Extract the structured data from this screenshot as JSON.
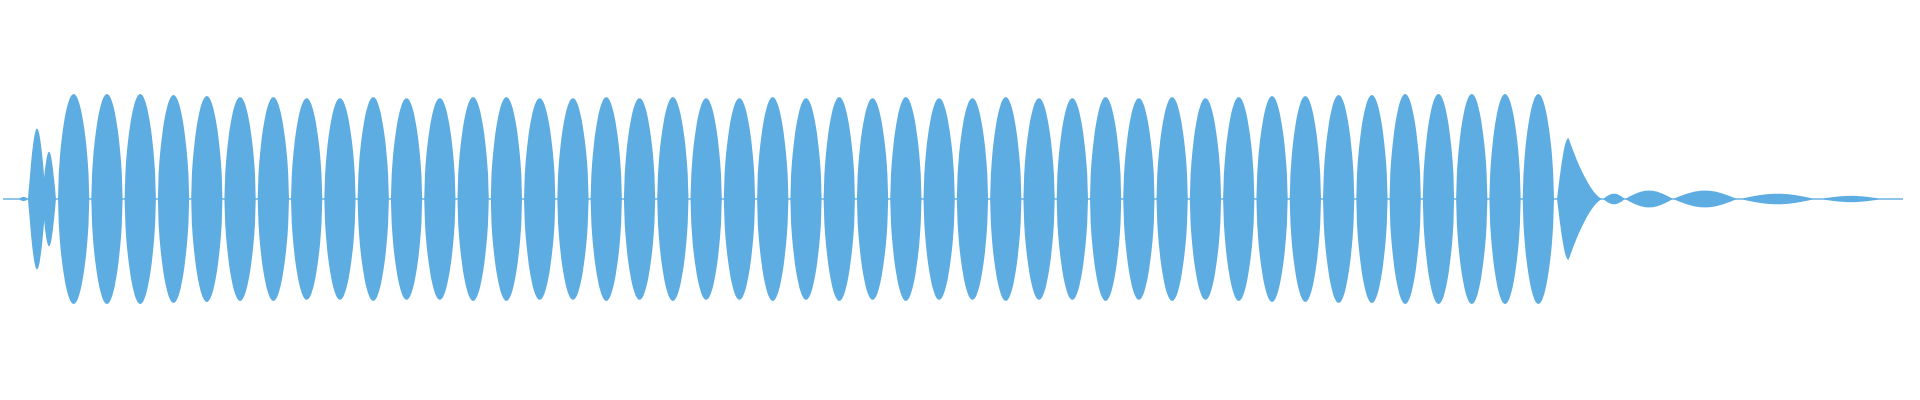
{
  "waveform": {
    "color": "#5dade2",
    "intro_amplitudes": [
      0.02,
      0.67,
      0.45
    ],
    "sustain_amplitudes": [
      1.0,
      1.0,
      1.0,
      0.99,
      0.98,
      0.97,
      0.97,
      0.96,
      0.96,
      0.97,
      0.96,
      0.96,
      0.97,
      0.97,
      0.96,
      0.96,
      0.97,
      0.96,
      0.97,
      0.96,
      0.96,
      0.97,
      0.96,
      0.97,
      0.96,
      0.97,
      0.96,
      0.96,
      0.97,
      0.96,
      0.96,
      0.97,
      0.96,
      0.97,
      0.96,
      0.97,
      0.98,
      0.98,
      0.99,
      0.99,
      1.0,
      1.0,
      1.0,
      1.0,
      1.0
    ],
    "release_amplitude": 0.58,
    "tail_amplitudes": [
      0.05,
      0.08,
      0.08,
      0.05,
      0.03,
      0.005
    ]
  }
}
